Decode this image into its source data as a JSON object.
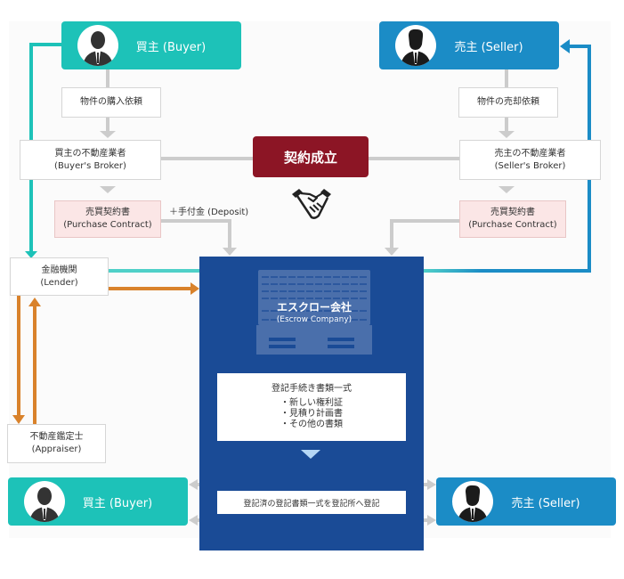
{
  "colors": {
    "buyer": "#1dc2b8",
    "seller": "#1b8cc6",
    "contract": "#8c1525",
    "escrow": "#1a4b96",
    "lender_arrow": "#d9822b",
    "connector": "#cccccc",
    "purchase_contract_bg": "#fbe6e6"
  },
  "top": {
    "buyer": {
      "label": "買主 (Buyer)",
      "icon": "person-icon"
    },
    "seller": {
      "label": "売主 (Seller)",
      "icon": "person-icon"
    }
  },
  "steps": {
    "buyer_request": "物件の購入依頼",
    "seller_request": "物件の売却依頼",
    "buyer_broker": {
      "ja": "買主の不動産業者",
      "en": "(Buyer's Broker)"
    },
    "seller_broker": {
      "ja": "売主の不動産業者",
      "en": "(Seller's Broker)"
    },
    "contract_established": "契約成立",
    "handshake_icon": "handshake-icon",
    "buyer_contract": {
      "ja": "売買契約書",
      "en": "(Purchase Contract)"
    },
    "seller_contract": {
      "ja": "売買契約書",
      "en": "(Purchase Contract)"
    },
    "deposit": "＋手付金 (Deposit)"
  },
  "lender": {
    "ja": "金融機関",
    "en": "(Lender)"
  },
  "appraiser": {
    "ja": "不動産鑑定士",
    "en": "(Appraiser)"
  },
  "escrow": {
    "ja": "エスクロー会社",
    "en": "(Escrow Company)",
    "docs_title": "登記手続き書類一式",
    "docs_items": [
      "・新しい権利証",
      "・見積り計画書",
      "・その他の書類"
    ],
    "registration": "登記済の登記書類一式を登記所へ登記"
  },
  "bottom": {
    "buyer": {
      "label": "買主 (Buyer)",
      "icon": "person-icon"
    },
    "seller": {
      "label": "売主 (Seller)",
      "icon": "person-icon"
    }
  }
}
